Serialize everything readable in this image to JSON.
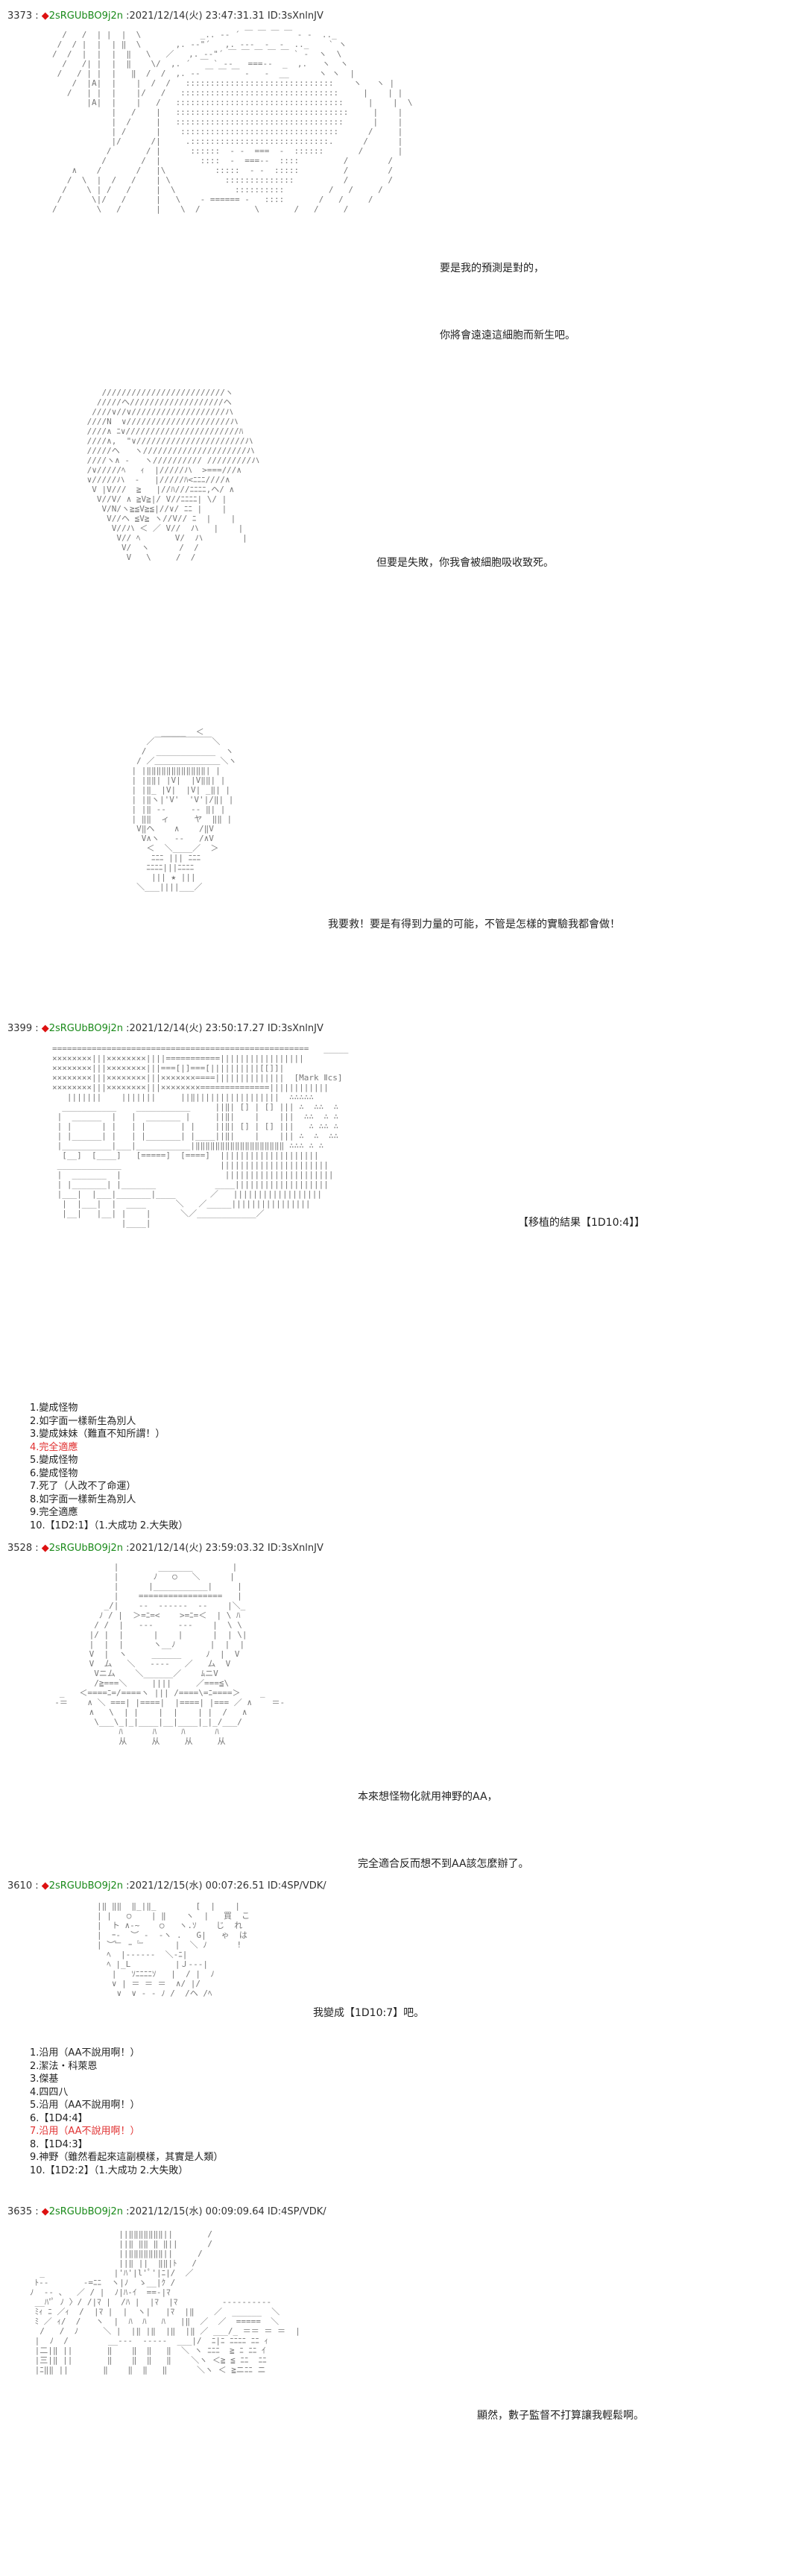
{
  "posts": [
    {
      "header": {
        "num": "3373 : ",
        "diamond": "◆",
        "trip": "2sRGUbBO9j2n",
        "meta": " :2021/12/14(火) 23:47:31.31 ID:3sXnlnJV"
      },
      "panels": [
        {
          "text": [
            "要是我的預測是對的，",
            "你將會遠遠這細胞而新生吧。"
          ]
        },
        {
          "text": [
            "但要是失敗，你我會被細胞吸收致死。"
          ]
        },
        {
          "text": [
            "我要救！要是有得到力量的可能，不管是怎樣的實驗我都會做！"
          ]
        }
      ]
    },
    {
      "header": {
        "num": "3399 : ",
        "diamond": "◆",
        "trip": "2sRGUbBO9j2n",
        "meta": " :2021/12/14(火) 23:50:17.27 ID:3sXnlnJV"
      },
      "panels": [
        {
          "text": [
            "【移植的結果【1D10:4】】"
          ],
          "aa_label": "Mark Ⅱcs"
        }
      ],
      "list": [
        {
          "text": "1.變成怪物",
          "red": false
        },
        {
          "text": "2.如字面一樣新生為別人",
          "red": false
        },
        {
          "text": "3.變成妹妹（難直不知所謂！）",
          "red": false
        },
        {
          "text": "4.完全適應",
          "red": true
        },
        {
          "text": "5.變成怪物",
          "red": false
        },
        {
          "text": "6.變成怪物",
          "red": false
        },
        {
          "text": "7.死了（人改不了命運）",
          "red": false
        },
        {
          "text": "8.如字面一樣新生為別人",
          "red": false
        },
        {
          "text": "9.完全適應",
          "red": false
        },
        {
          "text": "10.【1D2:1】（1.大成功  2.大失敗）",
          "red": false
        }
      ]
    },
    {
      "header": {
        "num": "3528 : ",
        "diamond": "◆",
        "trip": "2sRGUbBO9j2n",
        "meta": " :2021/12/14(火) 23:59:03.32 ID:3sXnlnJV"
      },
      "panels": [
        {
          "text": [
            "本來想怪物化就用神野的AA，",
            "完全適合反而想不到AA該怎麼辦了。"
          ]
        }
      ]
    },
    {
      "header": {
        "num": "3610 : ",
        "diamond": "◆",
        "trip": "2sRGUbBO9j2n",
        "meta": " :2021/12/15(水) 00:07:26.51 ID:4SP/VDK/"
      },
      "panels": [
        {
          "text": [
            "我變成【1D10:7】吧。"
          ]
        }
      ],
      "list": [
        {
          "text": "1.沿用（AA不說用啊！）",
          "red": false
        },
        {
          "text": "2.潔法・科萊恩",
          "red": false
        },
        {
          "text": "3.傑基",
          "red": false
        },
        {
          "text": "4.四四八",
          "red": false
        },
        {
          "text": "5.沿用（AA不說用啊！）",
          "red": false
        },
        {
          "text": "6.【1D4:4】",
          "red": false
        },
        {
          "text": "7.沿用（AA不說用啊！）",
          "red": true
        },
        {
          "text": "8.【1D4:3】",
          "red": false
        },
        {
          "text": "9.神野（雖然看起來這副模樣，其實是人類）",
          "red": false
        },
        {
          "text": "10.【1D2:2】（1.大成功  2.大失敗）",
          "red": false
        }
      ]
    },
    {
      "header": {
        "num": "3635 : ",
        "diamond": "◆",
        "trip": "2sRGUbBO9j2n",
        "meta": " :2021/12/15(水) 00:09:09.64 ID:4SP/VDK/"
      },
      "panels": [
        {
          "text": [
            "顯然，數子監督不打算讓我輕鬆啊。"
          ]
        }
      ]
    }
  ]
}
